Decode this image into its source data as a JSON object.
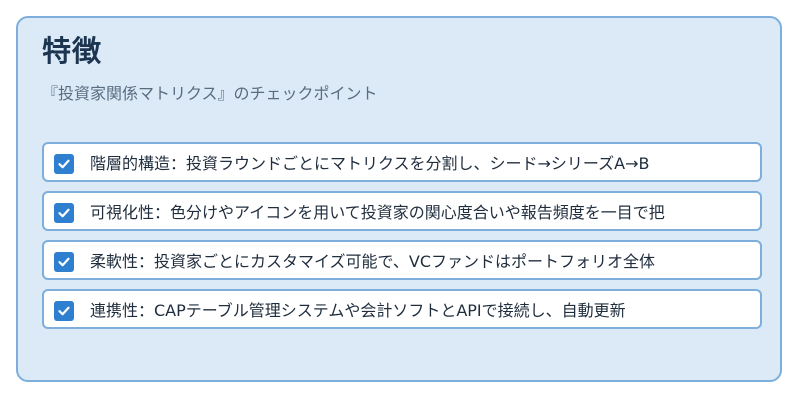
{
  "card": {
    "title": "特徴",
    "subtitle": "『投資家関係マトリクス』のチェックポイント"
  },
  "items": [
    {
      "text": "階層的構造：投資ラウンドごとにマトリクスを分割し、シード→シリーズA→B",
      "checked": true
    },
    {
      "text": "可視化性：色分けやアイコンを用いて投資家の関心度合いや報告頻度を一目で把",
      "checked": true
    },
    {
      "text": "柔軟性：投資家ごとにカスタマイズ可能で、VCファンドはポートフォリオ全体",
      "checked": true
    },
    {
      "text": "連携性：CAPテーブル管理システムや会計ソフトとAPIで接続し、自動更新",
      "checked": true
    }
  ],
  "colors": {
    "card_background": "#dbeaf6",
    "border": "#7eaedb",
    "checkbox": "#2e7fcf",
    "title": "#1c3550"
  },
  "icons": {
    "checkbox": "checkbox-checked-icon"
  }
}
